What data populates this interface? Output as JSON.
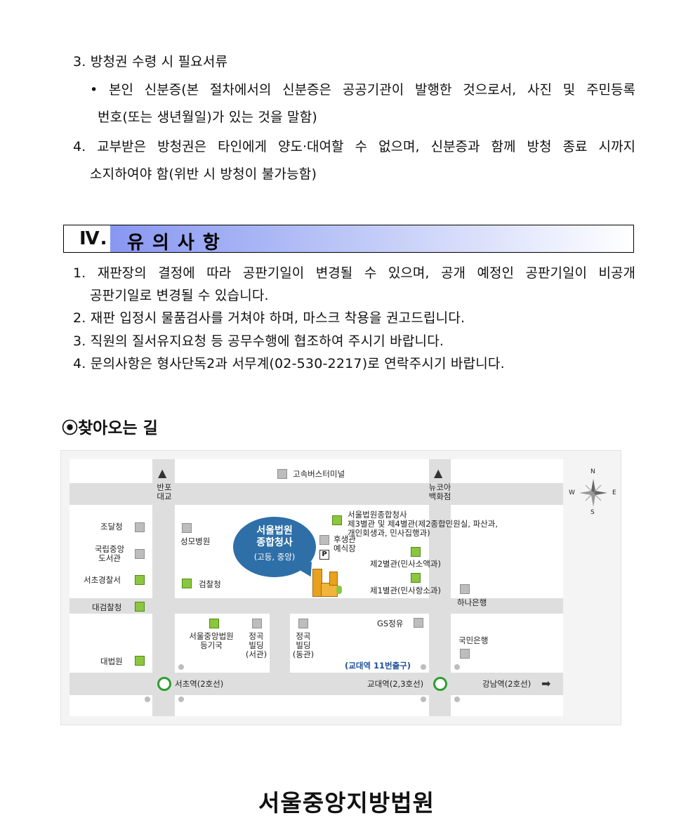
{
  "s3": {
    "title": "3. 방청권 수령 시 필요서류",
    "bullet": "• 본인 신분증(본 절차에서의 신분증은 공공기관이 발행한 것으로서, 사진 및 주민등록",
    "bullet_cont": "번호(또는 생년월일)가 있는 것을 말함)"
  },
  "s4": {
    "line1": "4. 교부받은 방청권은 타인에게 양도·대여할 수 없으며, 신분증과 함께 방청 종료 시까지",
    "line2": "소지하여야 함(위반 시 방청이 불가능함)"
  },
  "section": {
    "roman": "Ⅳ.",
    "title": "유의사항"
  },
  "notes": {
    "n1a": "1. 재판장의 결정에 따라 공판기일이 변경될 수 있으며, 공개 예정인 공판기일이 비공개",
    "n1b": "공판기일로 변경될 수 있습니다.",
    "n2": "2. 재판 입정시 물품검사를 거쳐야 하며, 마스크 착용을 권고드립니다.",
    "n3": "3. 직원의 질서유지요청 등 공무수행에 협조하여 주시기 바랍니다.",
    "n4": "4. 문의사항은 형사단독2과 서무계(02-530-2217)로 연락주시기 바랍니다."
  },
  "directions": {
    "heading": "⦿찾아오는 길"
  },
  "map": {
    "bus_terminal": "고속버스터미널",
    "banpo": "반포\n대교",
    "newcore": "뉴코아\n백화점",
    "compass": {
      "n": "N",
      "s": "S",
      "w": "W",
      "e": "E"
    },
    "bubble_line1": "서울법원",
    "bubble_line2": "종합청사",
    "bubble_line3": "(고등, 중앙)",
    "annex34": "서울법원종합청사\n제3별관 및 제4별관(제2종합민원실, 파산과,\n개인회생과, 민사집행과)",
    "hoosaeng": "후생관\n예식장",
    "parking": "P",
    "annex2": "제2별관(민사소액과)",
    "annex1": "제1별관(민사항소과)",
    "seongmo": "성모병원",
    "prosecutor": "검찰청",
    "jodal": "조달청",
    "library": "국립중앙\n도서관",
    "police": "서초경찰서",
    "supreme_pros": "대검찰청",
    "supreme_court": "대법원",
    "hana": "하나은행",
    "kookmin": "국민은행",
    "gs": "GS정유",
    "registry": "서울중앙법원\n등기국",
    "jeonggok_w": "정곡\n빌딩\n(서관)",
    "jeonggok_e": "정곡\n빌딩\n(동관)",
    "exit11": "(교대역 11번출구)",
    "seocho_st": "서초역(2호선)",
    "gyodae_st": "교대역(2,3호선)",
    "gangnam_st": "강남역(2호선)"
  },
  "footer": {
    "court_name": "서울중앙지방법원"
  },
  "colors": {
    "section_gradient_start": "#7f8df0",
    "bubble": "#2e6fa8",
    "green_building": "#8cc63e",
    "station_ring": "#2f9e2f",
    "exit_label": "#1c4f9c"
  }
}
